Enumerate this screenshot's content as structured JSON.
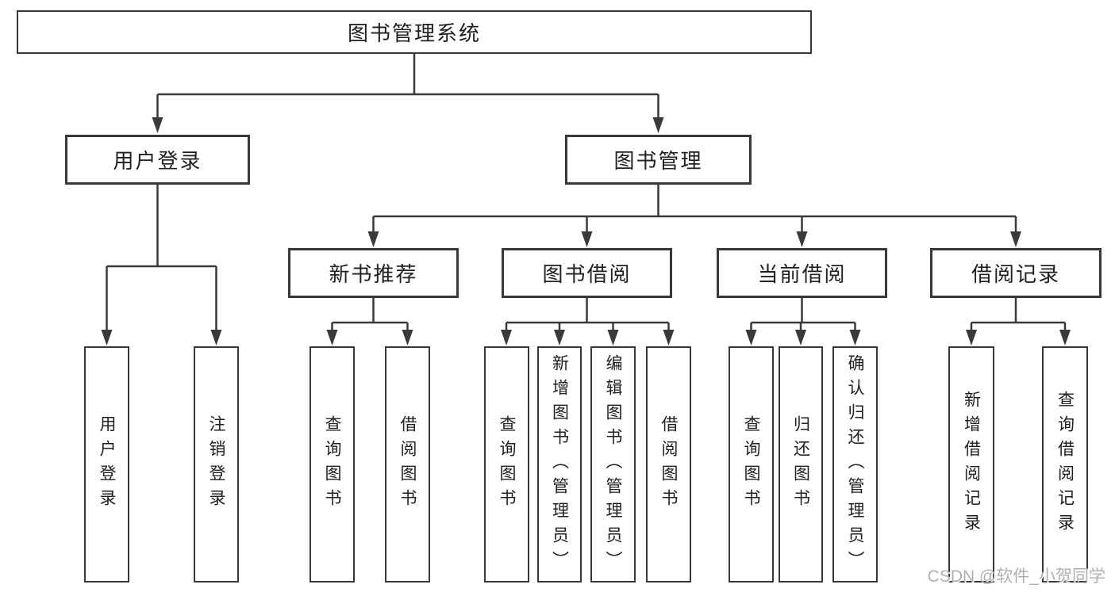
{
  "diagram": {
    "root": {
      "label": "图书管理系统",
      "children": [
        {
          "label": "用户登录",
          "children": [
            {
              "label": "用户登录"
            },
            {
              "label": "注销登录"
            }
          ]
        },
        {
          "label": "图书管理",
          "children": [
            {
              "label": "新书推荐",
              "children": [
                {
                  "label": "查询图书"
                },
                {
                  "label": "借阅图书"
                }
              ]
            },
            {
              "label": "图书借阅",
              "children": [
                {
                  "label": "查询图书"
                },
                {
                  "label": "新增图书（管理员）"
                },
                {
                  "label": "编辑图书（管理员）"
                },
                {
                  "label": "借阅图书"
                }
              ]
            },
            {
              "label": "当前借阅",
              "children": [
                {
                  "label": "查询图书"
                },
                {
                  "label": "归还图书"
                },
                {
                  "label": "确认归还（管理员）"
                }
              ]
            },
            {
              "label": "借阅记录",
              "children": [
                {
                  "label": "新增借阅记录"
                },
                {
                  "label": "查询借阅记录"
                }
              ]
            }
          ]
        }
      ]
    }
  },
  "watermark": {
    "text": "CSDN @软件_小贺同学"
  },
  "colors": {
    "line": "#3a3a3a",
    "box_border": "#383838",
    "box_background": "#ffffff",
    "text": "#202020",
    "watermark": "#b0b0b0"
  }
}
